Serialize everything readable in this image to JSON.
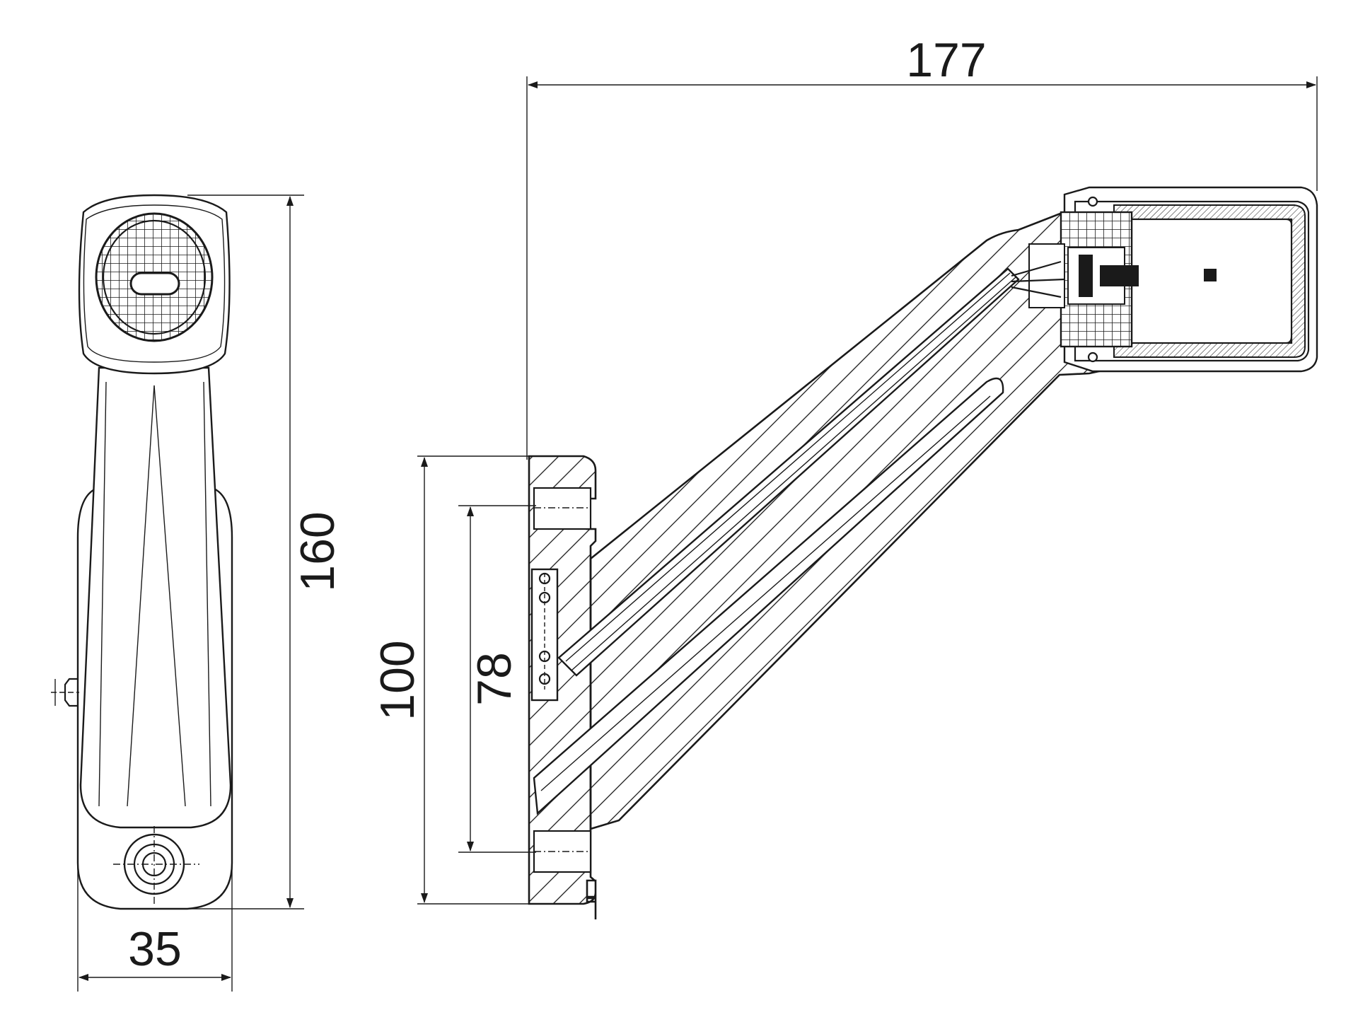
{
  "colors": {
    "line": "#1a1a1a",
    "background": "#ffffff"
  },
  "dimensions": {
    "overall_length": "177",
    "height_side": "160",
    "width_front": "35",
    "base_height": "100",
    "mount_spacing": "78"
  }
}
